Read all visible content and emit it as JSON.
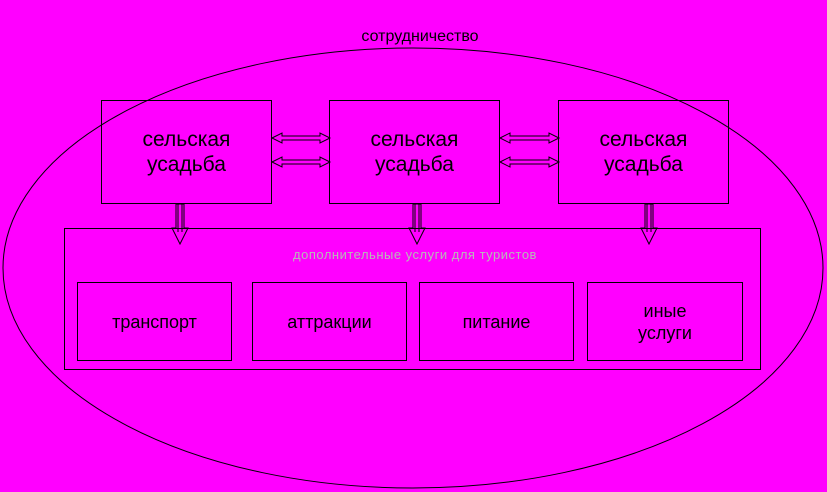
{
  "diagram": {
    "title": "сотрудничество",
    "farms": [
      {
        "line1": "сельская",
        "line2": "усадьба"
      },
      {
        "line1": "сельская",
        "line2": "усадьба"
      },
      {
        "line1": "сельская",
        "line2": "усадьба"
      }
    ],
    "services_caption": "дополнительные услуги для туристов",
    "services": [
      {
        "line1": "транспорт",
        "line2": ""
      },
      {
        "line1": "аттракции",
        "line2": ""
      },
      {
        "line1": "питание",
        "line2": ""
      },
      {
        "line1": "иные",
        "line2": "услуги"
      }
    ]
  },
  "colors": {
    "background": "#ff00ff",
    "stroke": "#000000",
    "caption": "#b8b8b8"
  }
}
